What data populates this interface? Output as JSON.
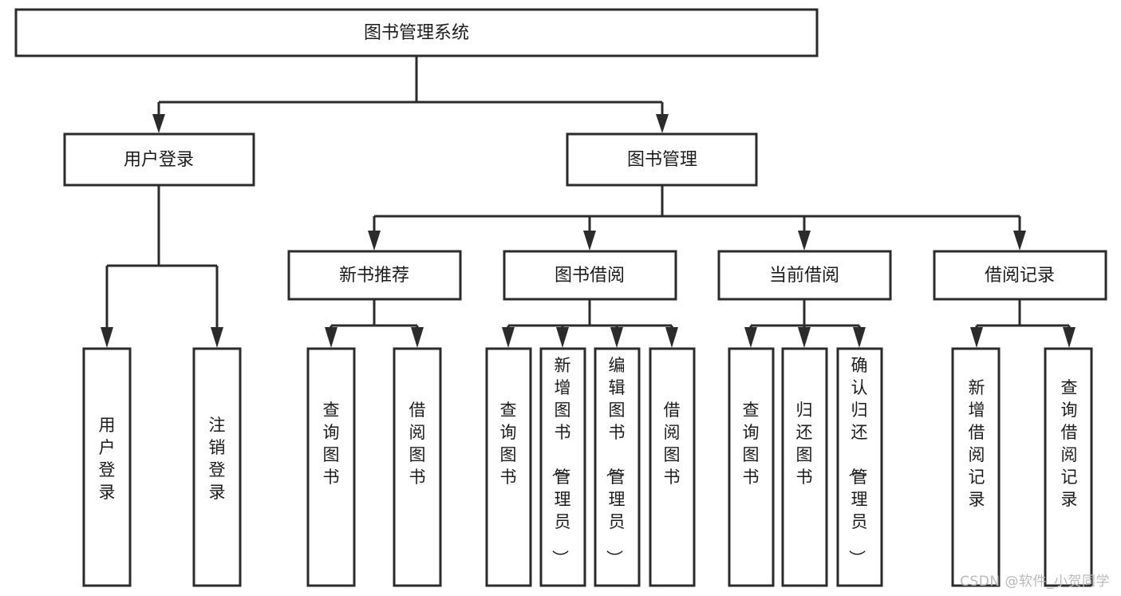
{
  "diagram": {
    "type": "tree-hierarchy",
    "title": "图书管理系统",
    "orientation": "top-down",
    "colors": {
      "box_fill": "#ffffff",
      "box_stroke": "#2b2b2b",
      "text": "#1b1b1b",
      "watermark": "#b9b9b9",
      "background": "#ffffff"
    },
    "levels": [
      {
        "level": 1,
        "nodes": [
          {
            "id": "root",
            "label": "图书管理系统",
            "orientation": "horizontal"
          }
        ]
      },
      {
        "level": 2,
        "nodes": [
          {
            "id": "user-login",
            "label": "用户登录",
            "orientation": "horizontal",
            "parent": "root"
          },
          {
            "id": "book-manage",
            "label": "图书管理",
            "orientation": "horizontal",
            "parent": "root"
          }
        ]
      },
      {
        "level": 3,
        "nodes": [
          {
            "id": "new-book-recommend",
            "label": "新书推荐",
            "orientation": "horizontal",
            "parent": "book-manage"
          },
          {
            "id": "book-borrow",
            "label": "图书借阅",
            "orientation": "horizontal",
            "parent": "book-manage"
          },
          {
            "id": "current-borrow",
            "label": "当前借阅",
            "orientation": "horizontal",
            "parent": "book-manage"
          },
          {
            "id": "borrow-record",
            "label": "借阅记录",
            "orientation": "horizontal",
            "parent": "book-manage"
          }
        ]
      },
      {
        "level": 4,
        "nodes": [
          {
            "id": "leaf-user-login",
            "label": "用户登录",
            "orientation": "vertical",
            "parent": "user-login"
          },
          {
            "id": "leaf-logout",
            "label": "注销登录",
            "orientation": "vertical",
            "parent": "user-login"
          },
          {
            "id": "leaf-query-book-1",
            "label": "查询图书",
            "orientation": "vertical",
            "parent": "new-book-recommend"
          },
          {
            "id": "leaf-borrow-book-1",
            "label": "借阅图书",
            "orientation": "vertical",
            "parent": "new-book-recommend"
          },
          {
            "id": "leaf-query-book-2",
            "label": "查询图书",
            "orientation": "vertical",
            "parent": "book-borrow"
          },
          {
            "id": "leaf-add-book",
            "label": "新增图书（管理员）",
            "orientation": "vertical",
            "parent": "book-borrow"
          },
          {
            "id": "leaf-edit-book",
            "label": "编辑图书（管理员）",
            "orientation": "vertical",
            "parent": "book-borrow"
          },
          {
            "id": "leaf-borrow-book-2",
            "label": "借阅图书",
            "orientation": "vertical",
            "parent": "book-borrow"
          },
          {
            "id": "leaf-query-book-3",
            "label": "查询图书",
            "orientation": "vertical",
            "parent": "current-borrow"
          },
          {
            "id": "leaf-return-book",
            "label": "归还图书",
            "orientation": "vertical",
            "parent": "current-borrow"
          },
          {
            "id": "leaf-confirm-return",
            "label": "确认归还（管理员）",
            "orientation": "vertical",
            "parent": "current-borrow"
          },
          {
            "id": "leaf-add-record",
            "label": "新增借阅记录",
            "orientation": "vertical",
            "parent": "borrow-record"
          },
          {
            "id": "leaf-query-record",
            "label": "查询借阅记录",
            "orientation": "vertical",
            "parent": "borrow-record"
          }
        ]
      }
    ],
    "watermark": "CSDN @软件_小贺同学"
  }
}
